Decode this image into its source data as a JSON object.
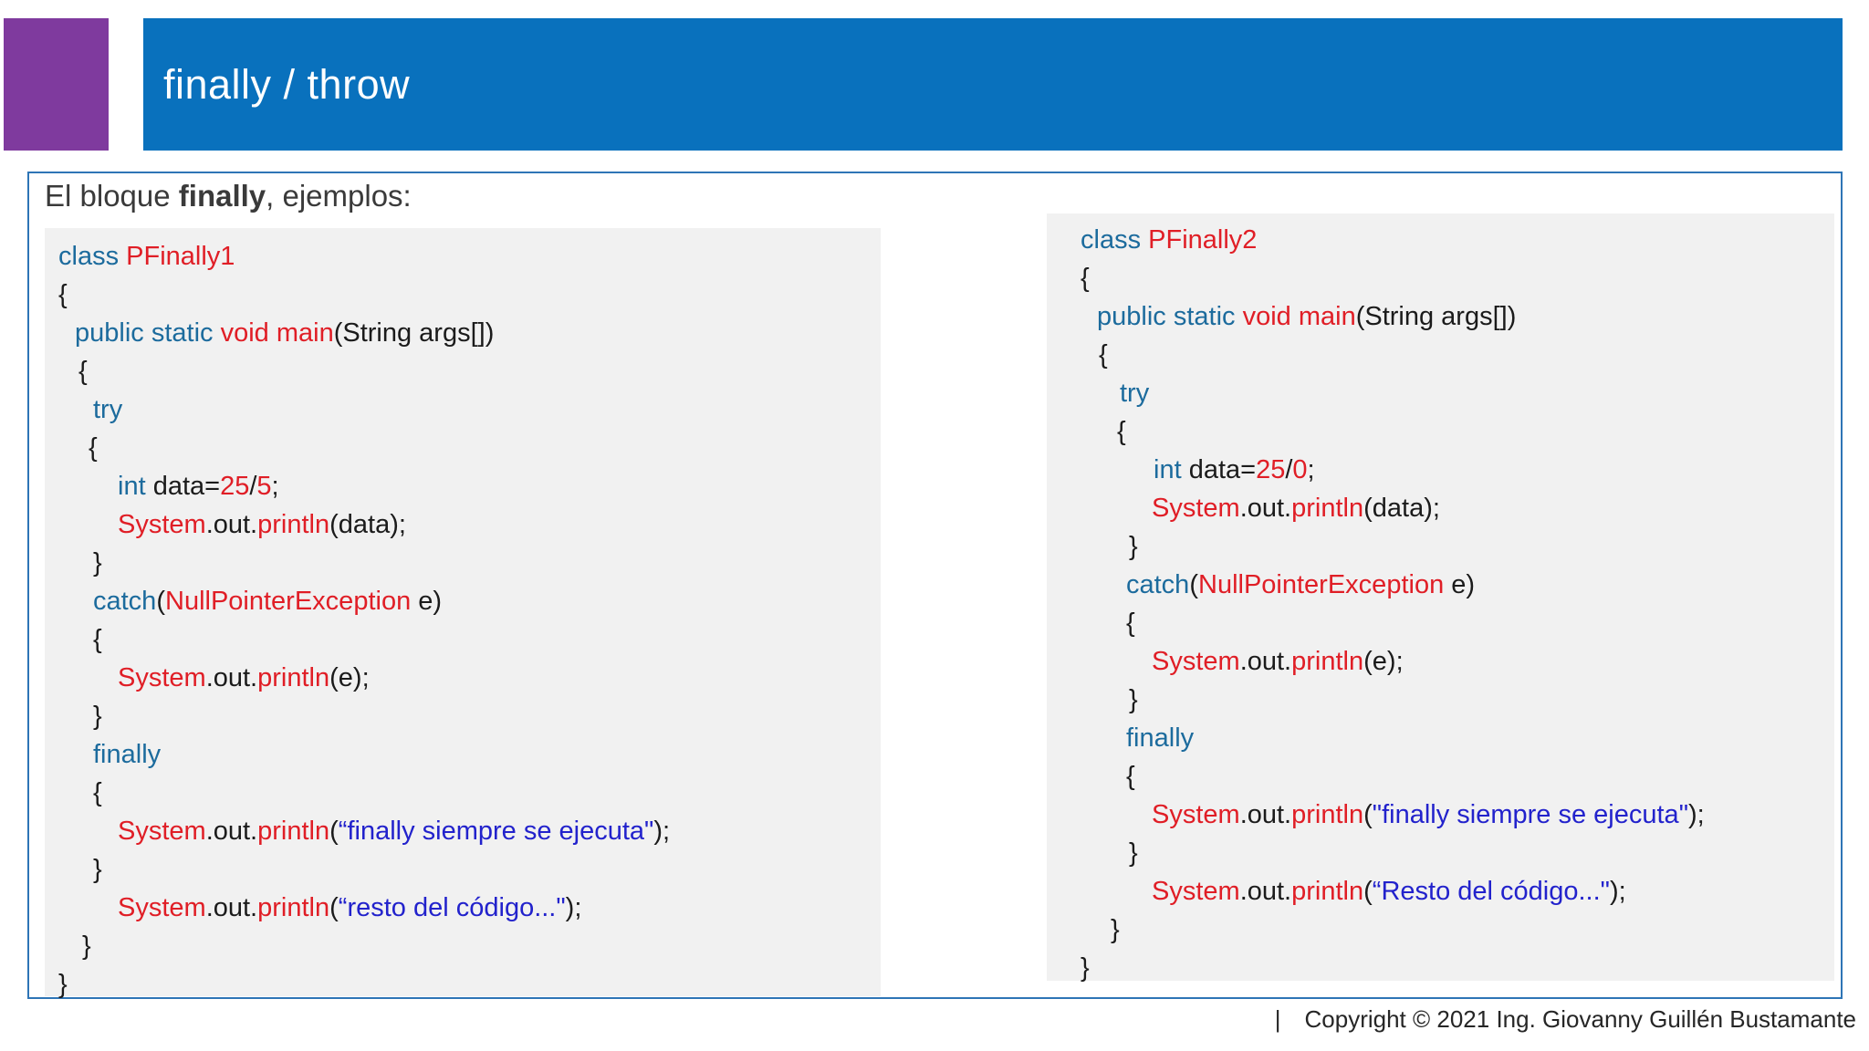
{
  "slide": {
    "title": "finally / throw"
  },
  "heading": {
    "prefix": "El bloque ",
    "bold": "finally",
    "suffix": ", ejemplos:"
  },
  "footer": {
    "separator": "|",
    "copyright": "Copyright © 2021 Ing. Giovanny Guillén Bustamante"
  },
  "colors": {
    "title_bar": "#0971BD",
    "accent_square": "#7F3A9E",
    "panel_border": "#2E75B6",
    "code_bg": "#F1F1F1",
    "keyword": "#1C6B9D",
    "identifier_red": "#E01E26",
    "string_blue": "#2222CC",
    "code_plain": "#1B1B1B",
    "heading_text": "#3A3A3A",
    "footer_text": "#262626"
  },
  "code_blocks": [
    {
      "name": "PFinally1",
      "lines": [
        {
          "indent": 0,
          "segments": [
            {
              "t": "class ",
              "c": "kw"
            },
            {
              "t": "PFinally1",
              "c": "red"
            }
          ]
        },
        {
          "indent": 0,
          "segments": [
            {
              "t": "{",
              "c": "plain"
            }
          ]
        },
        {
          "indent": 18,
          "segments": [
            {
              "t": "public static ",
              "c": "kw"
            },
            {
              "t": "void main",
              "c": "red"
            },
            {
              "t": "(String args[])",
              "c": "plain"
            }
          ]
        },
        {
          "indent": 22,
          "segments": [
            {
              "t": "{",
              "c": "plain"
            }
          ]
        },
        {
          "indent": 38,
          "segments": [
            {
              "t": "try",
              "c": "kw"
            }
          ]
        },
        {
          "indent": 33,
          "segments": [
            {
              "t": "{",
              "c": "plain"
            }
          ]
        },
        {
          "indent": 65,
          "segments": [
            {
              "t": "int ",
              "c": "kw"
            },
            {
              "t": "data=",
              "c": "plain"
            },
            {
              "t": "25",
              "c": "red"
            },
            {
              "t": "/",
              "c": "plain"
            },
            {
              "t": "5",
              "c": "red"
            },
            {
              "t": ";",
              "c": "plain"
            }
          ]
        },
        {
          "indent": 65,
          "segments": [
            {
              "t": "System",
              "c": "red"
            },
            {
              "t": ".out.",
              "c": "plain"
            },
            {
              "t": "println",
              "c": "red"
            },
            {
              "t": "(data);",
              "c": "plain"
            }
          ]
        },
        {
          "indent": 38,
          "segments": [
            {
              "t": "}",
              "c": "plain"
            }
          ]
        },
        {
          "indent": 38,
          "segments": [
            {
              "t": "catch",
              "c": "kw"
            },
            {
              "t": "(",
              "c": "plain"
            },
            {
              "t": "NullPointerException",
              "c": "red"
            },
            {
              "t": " e)",
              "c": "plain"
            }
          ]
        },
        {
          "indent": 38,
          "segments": [
            {
              "t": "{",
              "c": "plain"
            }
          ]
        },
        {
          "indent": 65,
          "segments": [
            {
              "t": "System",
              "c": "red"
            },
            {
              "t": ".out.",
              "c": "plain"
            },
            {
              "t": "println",
              "c": "red"
            },
            {
              "t": "(e);",
              "c": "plain"
            }
          ]
        },
        {
          "indent": 38,
          "segments": [
            {
              "t": "}",
              "c": "plain"
            }
          ]
        },
        {
          "indent": 38,
          "segments": [
            {
              "t": "finally",
              "c": "kw"
            }
          ]
        },
        {
          "indent": 38,
          "segments": [
            {
              "t": "{",
              "c": "plain"
            }
          ]
        },
        {
          "indent": 65,
          "segments": [
            {
              "t": "System",
              "c": "red"
            },
            {
              "t": ".out.",
              "c": "plain"
            },
            {
              "t": "println",
              "c": "red"
            },
            {
              "t": "(",
              "c": "plain"
            },
            {
              "t": "“finally siempre se ejecuta\"",
              "c": "str"
            },
            {
              "t": ");",
              "c": "plain"
            }
          ]
        },
        {
          "indent": 38,
          "segments": [
            {
              "t": "}",
              "c": "plain"
            }
          ]
        },
        {
          "indent": 65,
          "segments": [
            {
              "t": "System",
              "c": "red"
            },
            {
              "t": ".out.",
              "c": "plain"
            },
            {
              "t": "println",
              "c": "red"
            },
            {
              "t": "(",
              "c": "plain"
            },
            {
              "t": "“resto del código...\"",
              "c": "str"
            },
            {
              "t": ");",
              "c": "plain"
            }
          ]
        },
        {
          "indent": 26,
          "segments": [
            {
              "t": "}",
              "c": "plain"
            }
          ]
        },
        {
          "indent": 0,
          "segments": [
            {
              "t": "}",
              "c": "plain"
            }
          ]
        }
      ]
    },
    {
      "name": "PFinally2",
      "lines": [
        {
          "indent": 0,
          "segments": [
            {
              "t": "class ",
              "c": "kw"
            },
            {
              "t": "PFinally2",
              "c": "red"
            }
          ]
        },
        {
          "indent": 0,
          "segments": [
            {
              "t": "{",
              "c": "plain"
            }
          ]
        },
        {
          "indent": 18,
          "segments": [
            {
              "t": "public static ",
              "c": "kw"
            },
            {
              "t": "void main",
              "c": "red"
            },
            {
              "t": "(String args[])",
              "c": "plain"
            }
          ]
        },
        {
          "indent": 20,
          "segments": [
            {
              "t": "{",
              "c": "plain"
            }
          ]
        },
        {
          "indent": 43,
          "segments": [
            {
              "t": "try",
              "c": "kw"
            }
          ]
        },
        {
          "indent": 40,
          "segments": [
            {
              "t": "{",
              "c": "plain"
            }
          ]
        },
        {
          "indent": 80,
          "segments": [
            {
              "t": "int ",
              "c": "kw"
            },
            {
              "t": "data=",
              "c": "plain"
            },
            {
              "t": "25",
              "c": "red"
            },
            {
              "t": "/",
              "c": "plain"
            },
            {
              "t": "0",
              "c": "red"
            },
            {
              "t": ";",
              "c": "plain"
            }
          ]
        },
        {
          "indent": 78,
          "segments": [
            {
              "t": "System",
              "c": "red"
            },
            {
              "t": ".out.",
              "c": "plain"
            },
            {
              "t": "println",
              "c": "red"
            },
            {
              "t": "(data);",
              "c": "plain"
            }
          ]
        },
        {
          "indent": 53,
          "segments": [
            {
              "t": "}",
              "c": "plain"
            }
          ]
        },
        {
          "indent": 50,
          "segments": [
            {
              "t": "catch",
              "c": "kw"
            },
            {
              "t": "(",
              "c": "plain"
            },
            {
              "t": "NullPointerException",
              "c": "red"
            },
            {
              "t": " e)",
              "c": "plain"
            }
          ]
        },
        {
          "indent": 50,
          "segments": [
            {
              "t": "{",
              "c": "plain"
            }
          ]
        },
        {
          "indent": 78,
          "segments": [
            {
              "t": "System",
              "c": "red"
            },
            {
              "t": ".out.",
              "c": "plain"
            },
            {
              "t": "println",
              "c": "red"
            },
            {
              "t": "(e);",
              "c": "plain"
            }
          ]
        },
        {
          "indent": 53,
          "segments": [
            {
              "t": "}",
              "c": "plain"
            }
          ]
        },
        {
          "indent": 50,
          "segments": [
            {
              "t": "finally",
              "c": "kw"
            }
          ]
        },
        {
          "indent": 50,
          "segments": [
            {
              "t": "{",
              "c": "plain"
            }
          ]
        },
        {
          "indent": 78,
          "segments": [
            {
              "t": "System",
              "c": "red"
            },
            {
              "t": ".out.",
              "c": "plain"
            },
            {
              "t": "println",
              "c": "red"
            },
            {
              "t": "(",
              "c": "plain"
            },
            {
              "t": "\"finally siempre se ejecuta\"",
              "c": "str"
            },
            {
              "t": ");",
              "c": "plain"
            }
          ]
        },
        {
          "indent": 53,
          "segments": [
            {
              "t": "}",
              "c": "plain"
            }
          ]
        },
        {
          "indent": 78,
          "segments": [
            {
              "t": "System",
              "c": "red"
            },
            {
              "t": ".out.",
              "c": "plain"
            },
            {
              "t": "println",
              "c": "red"
            },
            {
              "t": "(",
              "c": "plain"
            },
            {
              "t": "“Resto del código...\"",
              "c": "str"
            },
            {
              "t": ");",
              "c": "plain"
            }
          ]
        },
        {
          "indent": 33,
          "segments": [
            {
              "t": "}",
              "c": "plain"
            }
          ]
        },
        {
          "indent": 0,
          "segments": [
            {
              "t": "}",
              "c": "plain"
            }
          ]
        }
      ]
    }
  ]
}
